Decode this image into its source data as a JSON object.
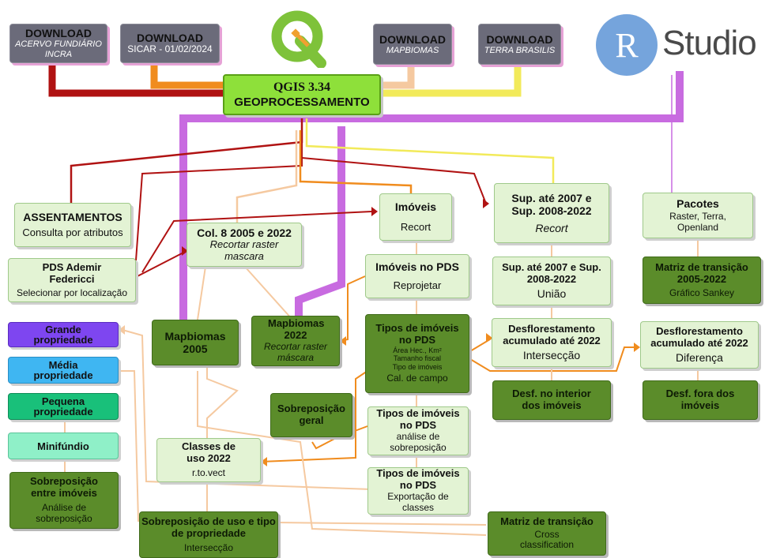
{
  "downloads": [
    {
      "title": "DOWNLOAD",
      "sub": "ACERVO FUNDIÁRIO INCRA"
    },
    {
      "title": "DOWNLOAD",
      "sub": "SICAR - 01/02/2024"
    },
    {
      "title": "DOWNLOAD",
      "sub": "MAPBIOMAS"
    },
    {
      "title": "DOWNLOAD",
      "sub": "TERRA BRASILIS"
    }
  ],
  "qgis": {
    "line1": "QGIS 3.34",
    "line2": "GEOPROCESSAMENTO"
  },
  "rstudio": {
    "r": "R",
    "studio": "Studio"
  },
  "assentamentos": {
    "title": "ASSENTAMENTOS",
    "desc": "Consulta por atributos"
  },
  "pds_ademir": {
    "title": "PDS Ademir Federicci",
    "desc": "Selecionar por localização"
  },
  "col8": {
    "title": "Col. 8 2005 e 2022",
    "desc": "Recortar raster mascara"
  },
  "imoveis": {
    "title": "Imóveis",
    "desc": "Recort"
  },
  "sup1": {
    "title": "Sup. até 2007 e Sup. 2008-2022",
    "desc": "Recort"
  },
  "pacotes": {
    "title": "Pacotes",
    "desc": "Raster, Terra, Openland"
  },
  "imoveis_pds": {
    "title": "Imóveis no PDS",
    "desc": "Reprojetar"
  },
  "sup2": {
    "title": "Sup. até 2007 e Sup. 2008-2022",
    "desc": "União"
  },
  "matriz1": {
    "title": "Matriz de transição 2005-2022",
    "desc": "Gráfico Sankey"
  },
  "mapbiomas2005": {
    "title": "Mapbiomas 2005"
  },
  "mapbiomas2022": {
    "title": "Mapbiomas 2022",
    "desc": "Recortar raster máscara"
  },
  "tipos1": {
    "title": "Tipos de imóveis no PDS",
    "details": [
      "Área Hec., Km²",
      "Tamanho fiscal",
      "Tipo de imóveis"
    ],
    "desc": "Cal. de campo"
  },
  "desflorest1": {
    "title": "Desflorestamento acumulado até 2022",
    "desc": "Intersecção"
  },
  "desflorest2": {
    "title": "Desflorestamento acumulado até 2022",
    "desc": "Diferença"
  },
  "desf_interior": {
    "title": "Desf. no interior dos imóveis"
  },
  "desf_fora": {
    "title": "Desf. fora dos imóveis"
  },
  "sobreposicao_geral": {
    "title": "Sobreposição geral"
  },
  "tipos2": {
    "title": "Tipos de imóveis no PDS",
    "desc": "análise de sobreposição"
  },
  "classes": {
    "title": "Classes de uso 2022",
    "desc": "r.to.vect"
  },
  "tipos3": {
    "title": "Tipos de imóveis no PDS",
    "desc": "Exportação de classes"
  },
  "categories": [
    {
      "label": "Grande propriedade",
      "color": "#7e46f0"
    },
    {
      "label": "Média propriedade",
      "color": "#3fb6f2"
    },
    {
      "label": "Pequena propriedade",
      "color": "#19c07a"
    },
    {
      "label": "Minifúndio",
      "color": "#8ff0c8"
    }
  ],
  "sobreposicao_imoveis": {
    "title": "Sobreposição entre imóveis",
    "desc": "Análise de sobreposição"
  },
  "sobreposicao_uso": {
    "title": "Sobreposição de uso e tipo de propriedade",
    "desc": "Intersecção"
  },
  "matriz2": {
    "title": "Matriz de transição",
    "desc": "Cross classification"
  },
  "colors": {
    "dark_red": "#b01212",
    "orange": "#f08c1e",
    "peach": "#f5c9a0",
    "yellow": "#f2ea5a",
    "purple": "#c86be0",
    "dark_green": "#5b8c2a",
    "light_green": "#e3f3d4"
  }
}
